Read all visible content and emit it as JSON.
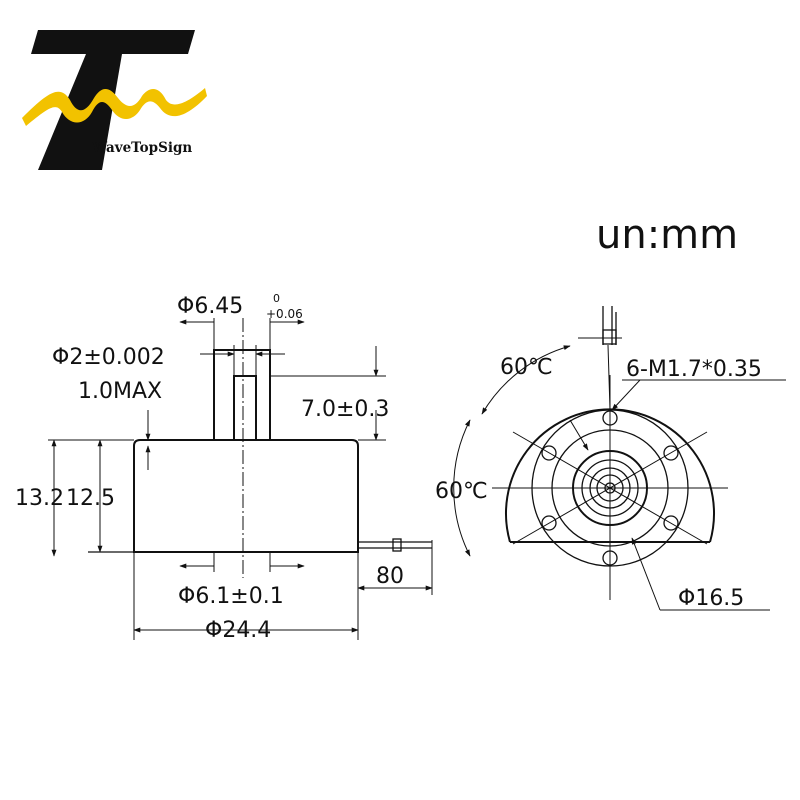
{
  "brand": {
    "name": "WaveTopSign",
    "colors": {
      "mark": "#111111",
      "wave": "#f2c200"
    }
  },
  "units_label": "un:mm",
  "side_view": {
    "shaft_diameter_label": "Φ6.45",
    "shaft_tol_upper": "0",
    "shaft_tol_lower": "+0.06",
    "pin_diameter_label": "Φ2±0.002",
    "max_label": "1.0MAX",
    "shaft_length_label": "7.0±0.3",
    "total_height_label": "13.2",
    "body_height_label": "12.5",
    "bottom_hub_label": "Φ6.1±0.1",
    "body_diameter_label": "Φ24.4",
    "lead_length_label": "80"
  },
  "front_view": {
    "angle_top_label": "60℃",
    "angle_left_label": "60℃",
    "hole_spec_label": "6-M1.7*0.35",
    "pcd_label": "Φ16.5"
  }
}
